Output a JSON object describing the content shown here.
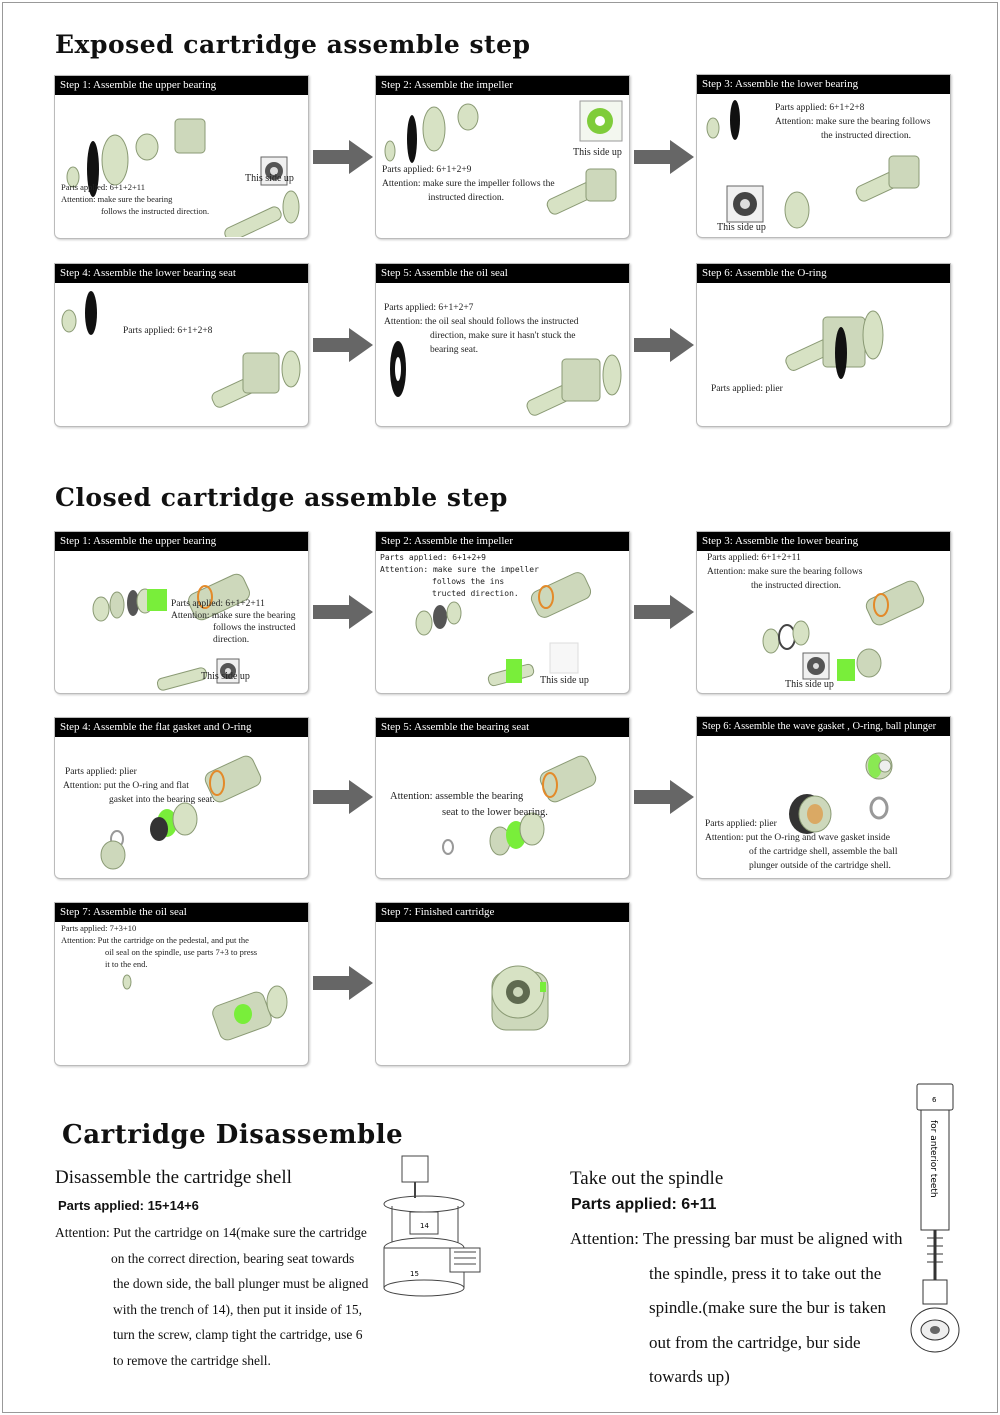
{
  "sections": {
    "exposed": "Exposed cartridge assemble step",
    "closed": "Closed cartridge assemble step",
    "disassemble": "Cartridge Disassemble"
  },
  "exposed": [
    {
      "title": "Step 1: Assemble the upper bearing",
      "parts": "Parts applied: 6+1+2+11",
      "attention": "Attention: make sure the bearing",
      "attention2": "follows the instructed direction.",
      "note": "This side up"
    },
    {
      "title": "Step 2: Assemble the impeller",
      "parts": "Parts applied: 6+1+2+9",
      "attention": "Attention: make sure the impeller  follows the",
      "attention2": "instructed direction.",
      "note": "This side up"
    },
    {
      "title": "Step 3: Assemble the lower bearing",
      "parts": "Parts applied: 6+1+2+8",
      "attention": "Attention: make sure the bearing follows",
      "attention2": "the instructed direction.",
      "note": "This side up"
    },
    {
      "title": "Step 4: Assemble the lower bearing seat",
      "parts": "Parts applied: 6+1+2+8"
    },
    {
      "title": "Step 5: Assemble the oil seal",
      "parts": "Parts applied: 6+1+2+7",
      "attention": "Attention: the oil seal should follows the instructed",
      "attention2": "direction, make sure it hasn't stuck the",
      "attention3": "bearing seat."
    },
    {
      "title": "Step 6: Assemble the O-ring",
      "parts": "Parts applied: plier"
    }
  ],
  "closed": [
    {
      "title": "Step 1: Assemble the upper bearing",
      "parts": "Parts applied: 6+1+2+11",
      "attention": "Attention: make sure the bearing",
      "attention2": "follows the instructed",
      "attention3": "direction.",
      "note": "This side up"
    },
    {
      "title": "Step 2: Assemble the impeller",
      "parts": "Parts applied: 6+1+2+9",
      "attention": "Attention: make sure the impeller",
      "attention2": "follows the ins",
      "attention3": "tructed direction.",
      "note": "This side up"
    },
    {
      "title": "Step 3: Assemble the lower bearing",
      "parts": "Parts applied: 6+1+2+11",
      "attention": "Attention: make sure the bearing follows",
      "attention2": "the instructed direction.",
      "note": "This side up"
    },
    {
      "title": "Step 4: Assemble the flat gasket and O-ring",
      "parts": "Parts applied: plier",
      "attention": "Attention: put the O-ring and flat",
      "attention2": "gasket into the bearing seat."
    },
    {
      "title": "Step 5: Assemble the bearing seat",
      "attention": "Attention: assemble the bearing",
      "attention2": "seat to the lower bearing."
    },
    {
      "title": "Step 6: Assemble the wave gasket , O-ring, ball plunger",
      "parts": "Parts applied: plier",
      "attention": "Attention: put the O-ring and wave gasket inside",
      "attention2": "of the cartridge shell, assemble the ball",
      "attention3": "plunger outside of the cartridge shell."
    },
    {
      "title": "Step 7: Assemble the oil seal",
      "parts": "Parts applied: 7+3+10",
      "attention": "Attention: Put the cartridge on the pedestal, and put the",
      "attention2": "oil seal on the spindle, use parts 7+3 to press",
      "attention3": "it to the end."
    },
    {
      "title": "Step 7: Finished cartridge"
    }
  ],
  "disassemble": {
    "left": {
      "heading": "Disassemble the cartridge shell",
      "parts": "Parts applied: 15+14+6",
      "lines": [
        "Attention: Put the cartridge on 14(make sure the cartridge",
        "on the correct direction, bearing seat towards",
        "the down side, the ball plunger must be aligned",
        "with the trench of 14), then put it inside of 15,",
        "turn the screw, clamp tight the cartridge, use 6",
        "to remove the cartridge shell."
      ],
      "labels": [
        "14",
        "15"
      ]
    },
    "right": {
      "heading": "Take out the spindle",
      "parts": "Parts applied: 6+11",
      "lines": [
        "Attention: The pressing bar must be aligned with",
        "the spindle, press it to take out the",
        "spindle.(make sure the bur is taken",
        "out from the cartridge, bur side",
        "towards up)"
      ],
      "tool_label": "for anterior teeth",
      "tool_num": "6"
    }
  },
  "colors": {
    "part": "#d7e2c4",
    "part_dark": "#a9b991",
    "accent": "#79ee3a",
    "orange": "#e38a2a",
    "arrow": "#666666",
    "black": "#000000"
  }
}
